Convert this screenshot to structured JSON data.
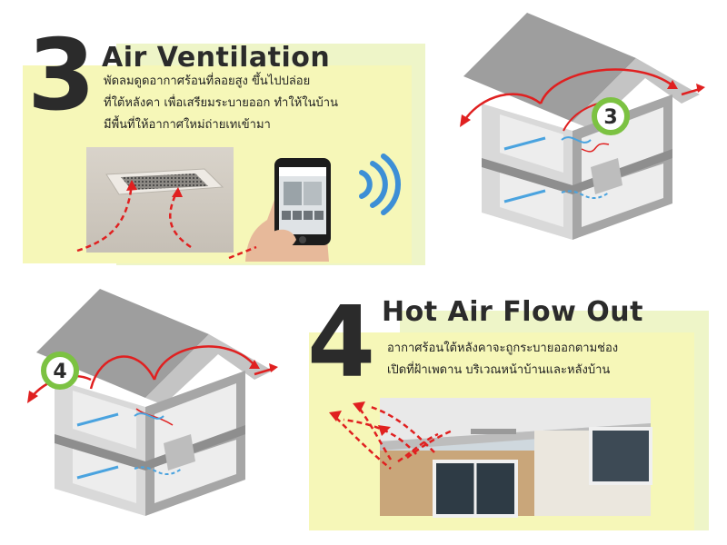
{
  "step3": {
    "number": "3",
    "title": "Air Ventilation",
    "lines": [
      "พัดลมดูดอากาศร้อนที่ลอยสูง ขึ้นไปปล่อย",
      "ที่ใต้หลังคา เพื่อเสรียมระบายออก ทำให้ในบ้าน",
      "มีพื้นที่ให้อากาศใหม่ถ่ายเทเข้ามา"
    ],
    "badge": "3"
  },
  "step4": {
    "number": "4",
    "title": "Hot Air Flow Out",
    "lines": [
      "อากาศร้อนใต้หลังคาจะถูกระบายออกตามช่อง",
      "เปิดที่ฝ้าเพดาน บริเวณหน้าบ้านและหลังบ้าน"
    ],
    "badge": "4"
  },
  "colors": {
    "yellow": "#f6f7b8",
    "green_ring": "#7cc242",
    "red_arrow": "#e02020",
    "blue_arrow": "#4aa3df"
  },
  "icons": [
    "wifi-signal-icon",
    "smartphone-icon"
  ]
}
